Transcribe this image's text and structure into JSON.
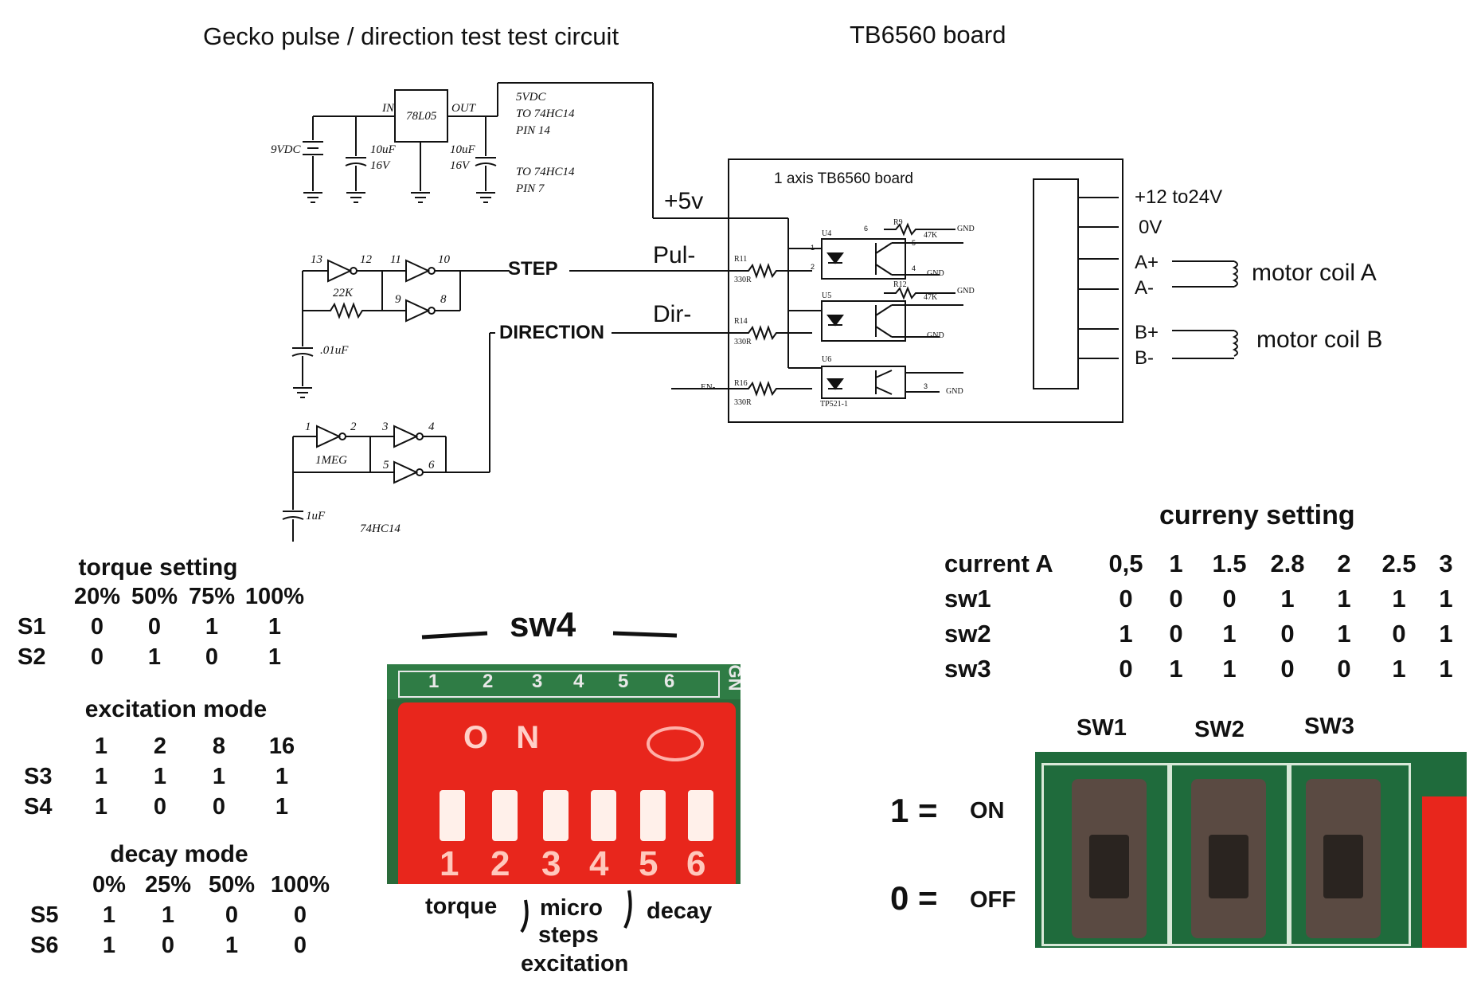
{
  "titles": {
    "schematic": "Gecko pulse / direction test test circuit",
    "board": "TB6560 board"
  },
  "regulator": {
    "ic": "78L05",
    "in": "IN",
    "out": "OUT",
    "supply": "9VDC",
    "cap_in": [
      "10uF",
      "16V"
    ],
    "cap_out": [
      "10uF",
      "16V"
    ],
    "pin14": [
      "5VDC",
      "TO 74HC14",
      "PIN 14"
    ],
    "pin7": [
      "TO 74HC14",
      "PIN 7"
    ]
  },
  "logic": {
    "pins_top": [
      "13",
      "12",
      "11",
      "10",
      "9",
      "8"
    ],
    "resistor_top": "22K",
    "cap_top": ".01uF",
    "pins_bottom": [
      "1",
      "2",
      "3",
      "4",
      "5",
      "6"
    ],
    "resistor_bottom": "1MEG",
    "cap_bottom": "1uF",
    "chip": "74HC14",
    "step": "STEP",
    "direction": "DIRECTION"
  },
  "board": {
    "title": "1 axis TB6560 board",
    "plus5v": "+5v",
    "pul": "Pul-",
    "dir": "Dir-",
    "en": "EN-",
    "resistors": [
      "R11",
      "R14",
      "R16"
    ],
    "resistor_value": "330R",
    "opto": [
      "U4",
      "U5",
      "U6"
    ],
    "pullups": [
      "R9",
      "R12"
    ],
    "pullup_value": "47K",
    "gnd": "GND",
    "part": "TP521-1",
    "pin_numbers": [
      "1",
      "2",
      "6",
      "5",
      "4",
      "3"
    ],
    "power_plus": "+12 to24V",
    "power_zero": "0V",
    "a_plus": "A+",
    "a_minus": "A-",
    "b_plus": "B+",
    "b_minus": "B-",
    "coil_a": "motor coil  A",
    "coil_b": "motor coil  B"
  },
  "torque": {
    "title": "torque setting",
    "headers": [
      "20%",
      "50%",
      "75%",
      "100%"
    ],
    "rows": [
      {
        "label": "S1",
        "values": [
          "0",
          "0",
          "1",
          "1"
        ]
      },
      {
        "label": "S2",
        "values": [
          "0",
          "1",
          "0",
          "1"
        ]
      }
    ]
  },
  "excitation": {
    "title": "excitation mode",
    "headers": [
      "1",
      "2",
      "8",
      "16"
    ],
    "rows": [
      {
        "label": "S3",
        "values": [
          "1",
          "1",
          "1",
          "1"
        ]
      },
      {
        "label": "S4",
        "values": [
          "1",
          "0",
          "0",
          "1"
        ]
      }
    ]
  },
  "decay": {
    "title": "decay mode",
    "headers": [
      "0%",
      "25%",
      "50%",
      "100%"
    ],
    "rows": [
      {
        "label": "S5",
        "values": [
          "1",
          "1",
          "0",
          "0"
        ]
      },
      {
        "label": "S6",
        "values": [
          "1",
          "0",
          "1",
          "0"
        ]
      }
    ]
  },
  "sw4": {
    "title": "sw4",
    "on_label": "O N",
    "switch_numbers": [
      "1",
      "2",
      "3",
      "4",
      "5",
      "6"
    ],
    "pcb_numbers": [
      "1",
      "2",
      "3",
      "4",
      "5",
      "6"
    ],
    "pcb_side": "GN",
    "groups": [
      "torque",
      "micro",
      "steps",
      "excitation",
      "decay"
    ]
  },
  "current": {
    "title": "curreny setting",
    "header_label": "current A",
    "headers": [
      "0,5",
      "1",
      "1.5",
      "2.8",
      "2",
      "2.5",
      "3"
    ],
    "rows": [
      {
        "label": "sw1",
        "values": [
          "0",
          "0",
          "0",
          "1",
          "1",
          "1",
          "1"
        ]
      },
      {
        "label": "sw2",
        "values": [
          "1",
          "0",
          "1",
          "0",
          "1",
          "0",
          "1"
        ]
      },
      {
        "label": "sw3",
        "values": [
          "0",
          "1",
          "1",
          "0",
          "0",
          "1",
          "1"
        ]
      }
    ]
  },
  "switches": {
    "labels": [
      "SW1",
      "SW2",
      "SW3"
    ],
    "one": "1 =",
    "on": "ON",
    "zero": "0 =",
    "off": "OFF"
  },
  "colors": {
    "ink": "#111111",
    "dip_red": "#e8261c",
    "pcb_green": "#1f6b3c",
    "switch_brown": "#5a4a42"
  }
}
